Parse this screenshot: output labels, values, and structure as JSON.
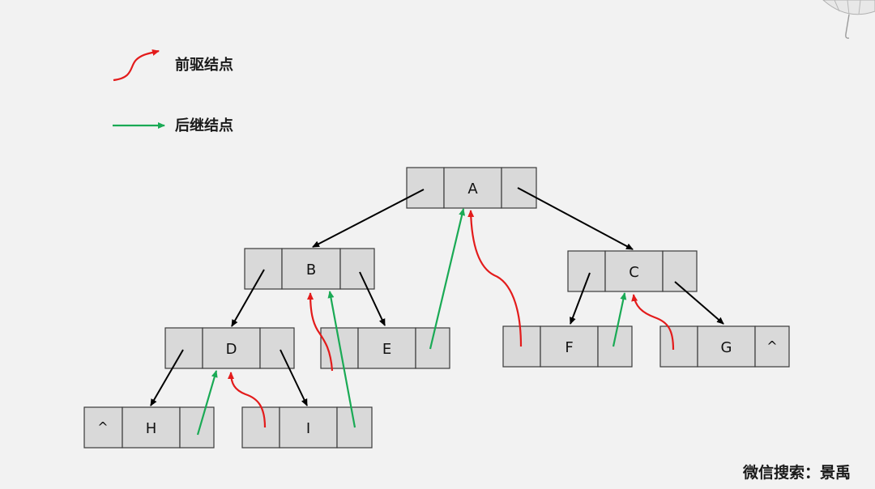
{
  "legend": {
    "predecessor_label": "前驱结点",
    "successor_label": "后继结点"
  },
  "nodes": {
    "A": {
      "left": "",
      "data": "A",
      "right": ""
    },
    "B": {
      "left": "",
      "data": "B",
      "right": ""
    },
    "C": {
      "left": "",
      "data": "C",
      "right": ""
    },
    "D": {
      "left": "",
      "data": "D",
      "right": ""
    },
    "E": {
      "left": "",
      "data": "E",
      "right": ""
    },
    "F": {
      "left": "",
      "data": "F",
      "right": ""
    },
    "G": {
      "left": "",
      "data": "G",
      "right": "^"
    },
    "H": {
      "left": "^",
      "data": "H",
      "right": ""
    },
    "I": {
      "left": "",
      "data": "I",
      "right": ""
    }
  },
  "watermark": "微信搜索：景禹",
  "colors": {
    "predecessor": "#e31b1b",
    "successor": "#1aaa55",
    "child_link": "#000000",
    "cell_fill": "#d9d9d9",
    "background": "#f2f2f2"
  },
  "icons": [
    "umbrella-icon"
  ]
}
